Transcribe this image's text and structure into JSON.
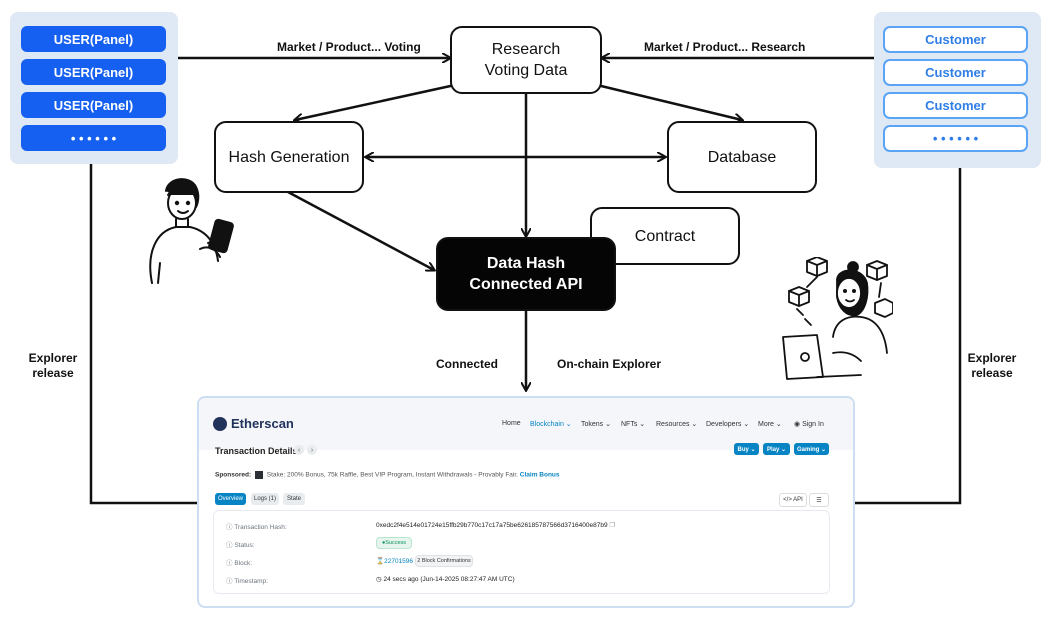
{
  "users": [
    "USER(Panel)",
    "USER(Panel)",
    "USER(Panel)",
    "• • • • • •"
  ],
  "customers": [
    "Customer",
    "Customer",
    "Customer",
    "• • • • • •"
  ],
  "nodes": {
    "research_line1": "Research",
    "research_line2": "Voting Data",
    "hash": "Hash Generation",
    "database": "Database",
    "contract": "Contract",
    "api_line1": "Data Hash",
    "api_line2": "Connected API"
  },
  "labels": {
    "left_top": "Market / Product... Voting",
    "right_top": "Market / Product... Research",
    "connected": "Connected",
    "onchain": "On-chain Explorer",
    "explorer_left_1": "Explorer",
    "explorer_left_2": "release",
    "explorer_right_1": "Explorer",
    "explorer_right_2": "release"
  },
  "etherscan": {
    "brand": "Etherscan",
    "nav": [
      "Home",
      "Blockchain ⌄",
      "Tokens ⌄",
      "NFTs ⌄",
      "Resources ⌄",
      "Developers ⌄",
      "More ⌄",
      "Sign In"
    ],
    "title": "Transaction Details",
    "buttons": [
      "Buy ⌄",
      "Play ⌄",
      "Gaming ⌄"
    ],
    "sponsored_label": "Sponsored:",
    "sponsored_text": "Stake: 200% Bonus, 75k Raffle, Best VIP Program, Instant Withdrawals - Provably Fair.",
    "sponsored_link": "Claim Bonus",
    "tabs": [
      "Overview",
      "Logs (1)",
      "State"
    ],
    "api_btn": "</> API",
    "rows": {
      "hash_k": "Transaction Hash:",
      "hash_v": "0xedc2f4e514e01724e15ffb29b770c17c17a75be626185787566d3716400e87b9",
      "status_k": "Status:",
      "status_v": "Success",
      "block_k": "Block:",
      "block_v": "22701596",
      "block_conf": "2 Block Confirmations",
      "time_k": "Timestamp:",
      "time_v": "24 secs ago (Jun-14-2025 08:27:47 AM UTC)"
    }
  },
  "colors": {
    "user_blue": "#1560f0",
    "customer_blue": "#2f7ee8",
    "panel_bg": "#dfe8f5",
    "etherscan_blue": "#0784c3"
  }
}
